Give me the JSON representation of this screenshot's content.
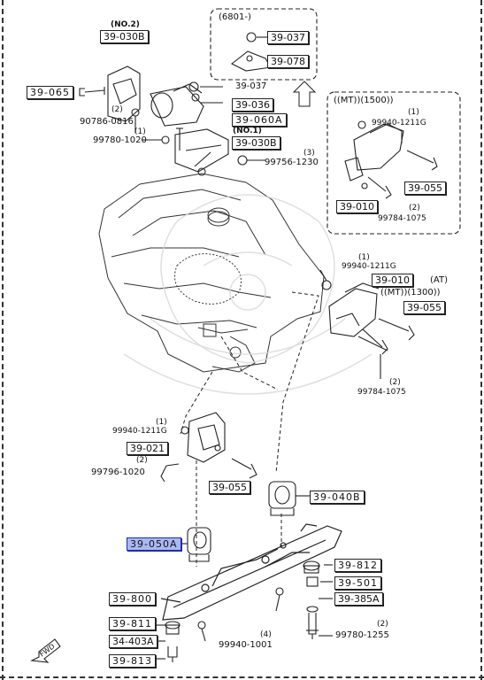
{
  "inset_top": {
    "header": "(6801-)",
    "parts": [
      "39-037",
      "39-078"
    ]
  },
  "inset_right": {
    "header": "((MT))(1500))",
    "parts": {
      "bolt_note": "(1)",
      "bolt": "99940-1211G",
      "mount": "39-055",
      "bracket": "39-010",
      "nut_note": "(2)",
      "nut": "99784-1075"
    }
  },
  "upper_mount": {
    "no2_note": "(NO.2)",
    "bracket": "39-030B",
    "bolt_left": "39-065",
    "washer_note": "(2)",
    "washer": "90786-0816",
    "pos_037": "39-037",
    "pos_036": "39-036",
    "mount": "39-060A",
    "no1_note": "(NO.1)",
    "bracket2": "39-030B",
    "bolt1_note": "(1)",
    "bolt1": "99780-1020",
    "bolt3_note": "(3)",
    "bolt3": "99756-1230"
  },
  "right_mount": {
    "bolt_note": "(1)",
    "bolt": "99940-1211G",
    "bracket": "39-010",
    "at_label": "(AT)",
    "mt_label": "((MT))(1300))",
    "mount": "39-055",
    "nut_note": "(2)",
    "nut": "99784-1075"
  },
  "left_mount": {
    "bolt_note": "(1)",
    "bolt": "99940-1211G",
    "bracket": "39-021",
    "bolt2_note": "(2)",
    "bolt2": "99796-1020",
    "mount": "39-055"
  },
  "lower": {
    "rear_mount": "39-040B",
    "front_mount": "39-050A",
    "p812": "39-812",
    "p501": "39-501",
    "p385": "39-385A",
    "crossmember": "39-800",
    "p811": "39-811",
    "p403": "34-403A",
    "p813": "39-813",
    "nut_note": "(4)",
    "nut": "99940-1001",
    "bolt_note": "(2)",
    "bolt": "99780-1255"
  },
  "fwd_label": "FWD",
  "colors": {
    "line": "#222222",
    "highlight": "#a9b8f2",
    "highlight_border": "#1d2da8"
  }
}
